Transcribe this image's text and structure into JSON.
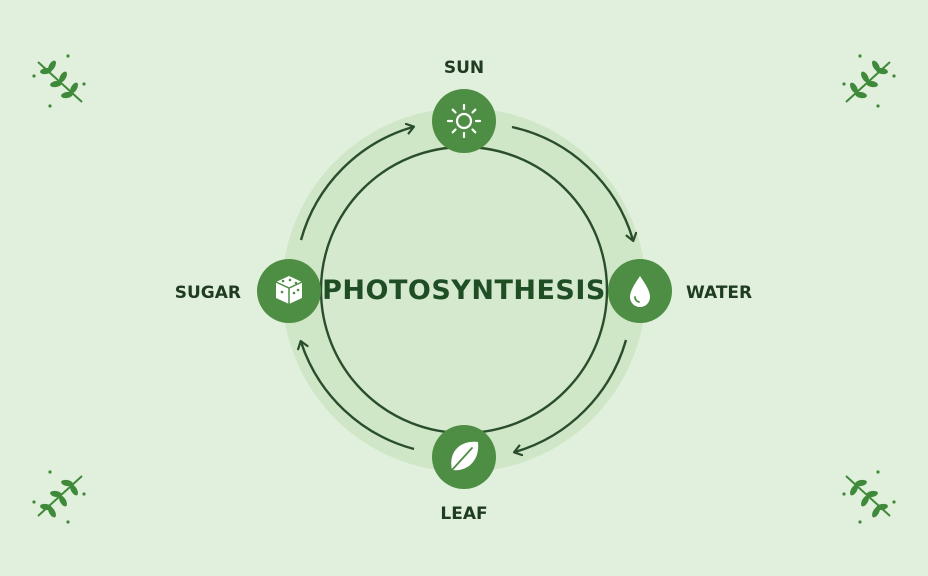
{
  "diagram": {
    "title": "PHOTOSYNTHESIS",
    "nodes": [
      {
        "id": "sun",
        "label": "SUN",
        "icon": "sun-icon"
      },
      {
        "id": "water",
        "label": "WATER",
        "icon": "water-drop-icon"
      },
      {
        "id": "leaf",
        "label": "LEAF",
        "icon": "leaf-icon"
      },
      {
        "id": "sugar",
        "label": "SUGAR",
        "icon": "sugar-cube-icon"
      }
    ],
    "flow": [
      "sun",
      "water",
      "leaf",
      "sugar",
      "sun"
    ],
    "colors": {
      "background": "#e1f0dc",
      "node": "#4e8e44",
      "arrow": "#2a4e2c",
      "halo": "#c8e3c0",
      "text": "#1f3b22",
      "sprig": "#3f8a3a"
    },
    "decorations": [
      "leaf-sprig-icon",
      "leaf-sprig-icon",
      "leaf-sprig-icon",
      "leaf-sprig-icon"
    ]
  }
}
